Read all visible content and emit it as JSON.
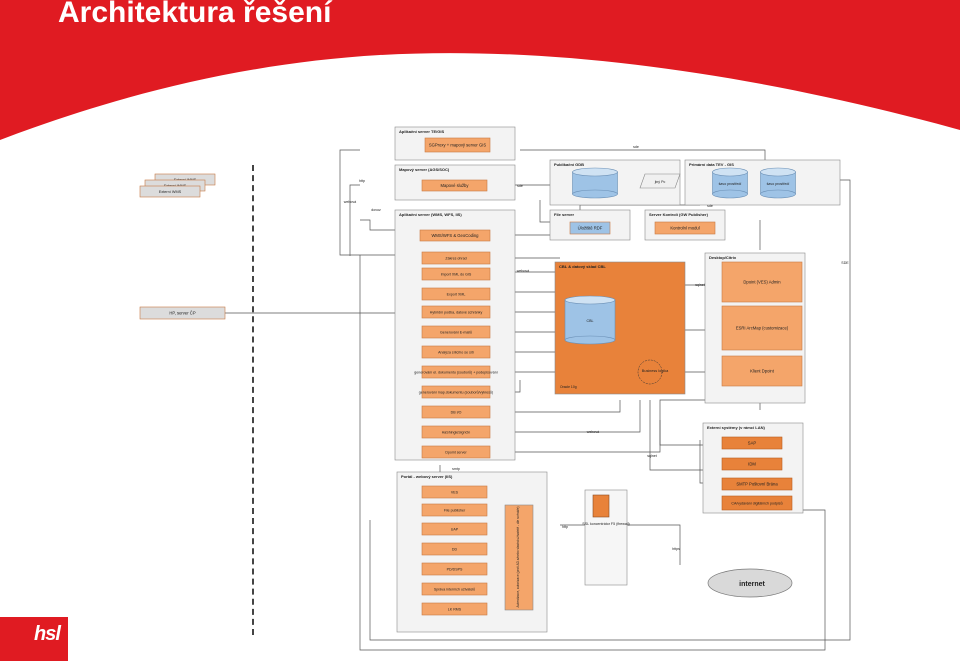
{
  "slide": {
    "title": "Architektura řešení"
  },
  "colors": {
    "red": "#e01b22",
    "orange": "#f4a56a",
    "orange_dark": "#e8823a",
    "grey": "#dcdcdc",
    "blue": "#9ec3e6",
    "line": "#555555"
  },
  "diagram": {
    "groups": [
      "Aplikační server TE/GIS",
      "Mapový server (AGS/SOC)",
      "Aplikační server (WMS, WFS, IIS)",
      "Publikační GDB",
      "Primární data TEV - GIS",
      "File server",
      "Server Kontrolí (GW Publisher)",
      "CBL & datový sklad CBL",
      "Desktop/Citrix",
      "Externí systémy (v rámci LAN)",
      "Portál - webový server (IIS)"
    ],
    "boxes": [
      "SGProxy + mapový server GIS",
      "Externí WMS",
      "Externí WMS",
      "Externí WMS",
      "Mapové služby",
      "WMS/WFS & GeoCoding",
      "Úložiště RDF",
      "Kontrolní modul",
      "Zákres ohrad",
      "Import XML do GIS",
      "Export XML",
      "Hybridní podba, datové schránky",
      "Generování E-mailů",
      "Analýza sílícího se sítí",
      "generování el. dokumentu (souborů) + podepisování",
      "generování map.dokumentu (souborů/výkresů)",
      "DB I/O",
      "HaShingleSignOn",
      "Dpoint server",
      "HP, server ČP",
      "CBL",
      "Business logika",
      "Oracle 10g",
      "Dpoint (VES) Admin",
      "ESRI ArcMap (customizace)",
      "Klient Dpoint",
      "SAP",
      "IDM",
      "SMTP Poštovní Brána",
      "CA/vydávání digitálních podpisů",
      "VES",
      "File publisher",
      "UAP",
      "DD",
      "PD/DSPS",
      "Správa interních uživatelů",
      "LK RMS",
      "Autentizace, autorizace (proti AD a/nebo vlastní uživatelé - dle scénáře)",
      "SSL koncentrátor F5 (firewall)",
      "internet"
    ],
    "labels": [
      "sde",
      "http",
      "webová",
      "dovoz",
      "sde",
      "sde",
      "SDE",
      "sqlnet",
      "webová",
      "https",
      "http",
      "smtp",
      "sqlnet",
      "webová"
    ],
    "cylinders": [
      "šavo prostředí",
      "šavo prostředí",
      "jiný Pc"
    ]
  },
  "logo": {
    "text": "hsl"
  }
}
